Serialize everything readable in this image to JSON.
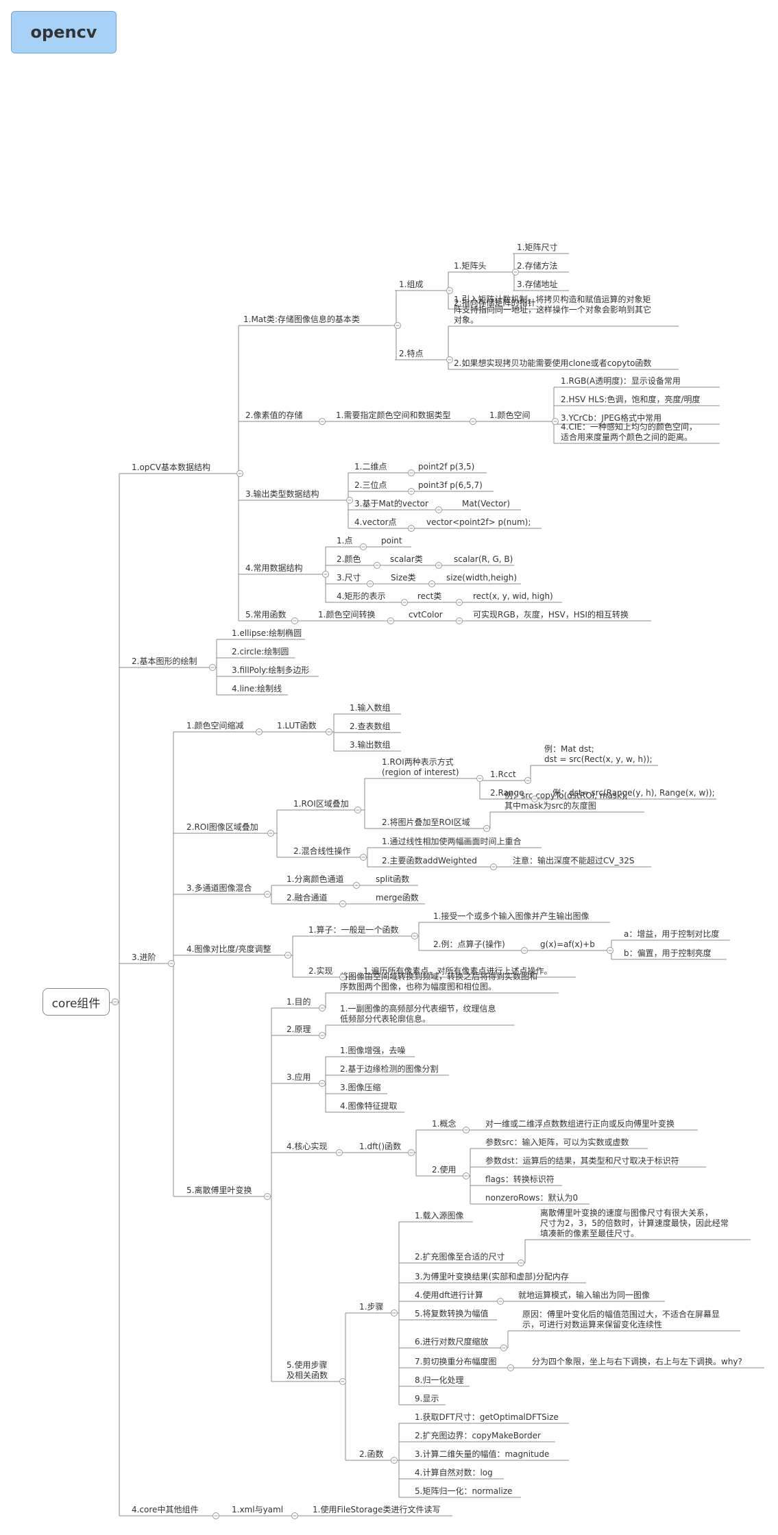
{
  "title": "opencv",
  "root": "core组件",
  "nodes": [
    {
      "id": "b1",
      "parent": "root",
      "text": "1.opCV基本数据结构"
    },
    {
      "id": "b1a",
      "parent": "b1",
      "text": "1.Mat类:存储图像信息的基本类"
    },
    {
      "id": "b1a1",
      "parent": "b1a",
      "text": "1.组成"
    },
    {
      "id": "b1a1a",
      "parent": "b1a1",
      "text": "1.矩阵头"
    },
    {
      "id": "b1a1a1",
      "parent": "b1a1a",
      "text": "1.矩阵尺寸"
    },
    {
      "id": "b1a1a2",
      "parent": "b1a1a",
      "text": "2.存储方法"
    },
    {
      "id": "b1a1a3",
      "parent": "b1a1a",
      "text": "3.存储地址"
    },
    {
      "id": "b1a1b",
      "parent": "b1a1",
      "text": "2.指向存储矩阵的指针"
    },
    {
      "id": "b1a2",
      "parent": "b1a",
      "text": "2.特点"
    },
    {
      "id": "b1a2a",
      "parent": "b1a2",
      "text": "1.引入矩阵计数机制，将拷贝构造和赋值运算的对象矩\n阵支持指向同一地址，这样操作一个对象会影响到其它\n对象。"
    },
    {
      "id": "b1a2b",
      "parent": "b1a2",
      "text": "2.如果想实现拷贝功能需要使用clone或者copyto函数"
    },
    {
      "id": "b1b",
      "parent": "b1",
      "text": "2.像素值的存储"
    },
    {
      "id": "b1b1",
      "parent": "b1b",
      "text": "1.需要指定颜色空间和数据类型"
    },
    {
      "id": "b1b1a",
      "parent": "b1b1",
      "text": "1.颜色空间"
    },
    {
      "id": "b1b1a1",
      "parent": "b1b1a",
      "text": "1.RGB(A透明度)：显示设备常用"
    },
    {
      "id": "b1b1a2",
      "parent": "b1b1a",
      "text": "2.HSV HLS:色调，饱和度，亮度/明度"
    },
    {
      "id": "b1b1a3",
      "parent": "b1b1a",
      "text": "3.YCrCb：JPEG格式中常用"
    },
    {
      "id": "b1b1a4",
      "parent": "b1b1a",
      "text": "4.CIE：一种感知上均匀的颜色空间，\n适合用来度量两个颜色之间的距离。"
    },
    {
      "id": "b1c",
      "parent": "b1",
      "text": "3.输出类型数据结构"
    },
    {
      "id": "b1c1",
      "parent": "b1c",
      "text": "1.二维点"
    },
    {
      "id": "b1c1a",
      "parent": "b1c1",
      "text": "point2f p(3,5)"
    },
    {
      "id": "b1c2",
      "parent": "b1c",
      "text": "2.三位点"
    },
    {
      "id": "b1c2a",
      "parent": "b1c2",
      "text": "point3f p(6,5,7)"
    },
    {
      "id": "b1c3",
      "parent": "b1c",
      "text": "3.基于Mat的vector"
    },
    {
      "id": "b1c3a",
      "parent": "b1c3",
      "text": "Mat(Vector)"
    },
    {
      "id": "b1c4",
      "parent": "b1c",
      "text": "4.vector点"
    },
    {
      "id": "b1c4a",
      "parent": "b1c4",
      "text": "vector<point2f> p(num);"
    },
    {
      "id": "b1d",
      "parent": "b1",
      "text": "4.常用数据结构"
    },
    {
      "id": "b1d1",
      "parent": "b1d",
      "text": "1.点"
    },
    {
      "id": "b1d1a",
      "parent": "b1d1",
      "text": "point"
    },
    {
      "id": "b1d2",
      "parent": "b1d",
      "text": "2.颜色"
    },
    {
      "id": "b1d2a",
      "parent": "b1d2",
      "text": "scalar类"
    },
    {
      "id": "b1d2b",
      "parent": "b1d2a",
      "text": "scalar(R, G, B)"
    },
    {
      "id": "b1d3",
      "parent": "b1d",
      "text": "3.尺寸"
    },
    {
      "id": "b1d3a",
      "parent": "b1d3",
      "text": "Size类"
    },
    {
      "id": "b1d3b",
      "parent": "b1d3a",
      "text": "size(width,heigh)"
    },
    {
      "id": "b1d4",
      "parent": "b1d",
      "text": "4.矩形的表示"
    },
    {
      "id": "b1d4a",
      "parent": "b1d4",
      "text": "rect类"
    },
    {
      "id": "b1d4b",
      "parent": "b1d4a",
      "text": "rect(x, y, wid, high)"
    },
    {
      "id": "b1e",
      "parent": "b1",
      "text": "5.常用函数"
    },
    {
      "id": "b1e1",
      "parent": "b1e",
      "text": "1.颜色空间转换"
    },
    {
      "id": "b1e2",
      "parent": "b1e1",
      "text": "cvtColor"
    },
    {
      "id": "b1e3",
      "parent": "b1e2",
      "text": "可实现RGB，灰度，HSV，HSI的相互转换"
    },
    {
      "id": "b2",
      "parent": "root",
      "text": "2.基本图形的绘制"
    },
    {
      "id": "b2a",
      "parent": "b2",
      "text": "1.ellipse:绘制椭圆"
    },
    {
      "id": "b2b",
      "parent": "b2",
      "text": "2.circle:绘制圆"
    },
    {
      "id": "b2c",
      "parent": "b2",
      "text": "3.fillPoly:绘制多边形"
    },
    {
      "id": "b2d",
      "parent": "b2",
      "text": "4.line:绘制线"
    },
    {
      "id": "b3",
      "parent": "root",
      "text": "3.进阶"
    },
    {
      "id": "b3a",
      "parent": "b3",
      "text": "1.颜色空间缩减"
    },
    {
      "id": "b3a1",
      "parent": "b3a",
      "text": "1.LUT函数"
    },
    {
      "id": "b3a1a",
      "parent": "b3a1",
      "text": "1.输入数组"
    },
    {
      "id": "b3a1b",
      "parent": "b3a1",
      "text": "2.查表数组"
    },
    {
      "id": "b3a1c",
      "parent": "b3a1",
      "text": "3.输出数组"
    },
    {
      "id": "b3b",
      "parent": "b3",
      "text": "2.ROI图像区域叠加"
    },
    {
      "id": "b3b1",
      "parent": "b3b",
      "text": "1.ROI区域叠加"
    },
    {
      "id": "b3b1a",
      "parent": "b3b1",
      "text": "1.ROI两种表示方式\n(region of interest)"
    },
    {
      "id": "b3b1a1",
      "parent": "b3b1a",
      "text": "1.Rcct"
    },
    {
      "id": "b3b1a1x",
      "parent": "b3b1a1",
      "text": "例：Mat dst;\ndst = src(Rect(x, y, w, h));"
    },
    {
      "id": "b3b1a2",
      "parent": "b3b1a",
      "text": "2.Range"
    },
    {
      "id": "b3b1a2x",
      "parent": "b3b1a2",
      "text": "例：dst= src(Range(y, h), Range(x, w));"
    },
    {
      "id": "b3b1b",
      "parent": "b3b1",
      "text": "2.将图片叠加至ROI区域"
    },
    {
      "id": "b3b1bx",
      "parent": "b3b1b",
      "text": "例：src.copyTo(dstROI, mask);\n其中mask为src的灰度图"
    },
    {
      "id": "b3b2",
      "parent": "b3b",
      "text": "2.混合线性操作"
    },
    {
      "id": "b3b2a",
      "parent": "b3b2",
      "text": "1.通过线性相加使两幅画面时间上重合"
    },
    {
      "id": "b3b2b",
      "parent": "b3b2",
      "text": "2.主要函数addWeighted"
    },
    {
      "id": "b3b2bx",
      "parent": "b3b2b",
      "text": "注意：输出深度不能超过CV_32S"
    },
    {
      "id": "b3c",
      "parent": "b3",
      "text": "3.多通道图像混合"
    },
    {
      "id": "b3c1",
      "parent": "b3c",
      "text": "1.分离颜色通道"
    },
    {
      "id": "b3c1a",
      "parent": "b3c1",
      "text": "split函数"
    },
    {
      "id": "b3c2",
      "parent": "b3c",
      "text": "2.融合通道"
    },
    {
      "id": "b3c2a",
      "parent": "b3c2",
      "text": "merge函数"
    },
    {
      "id": "b3d",
      "parent": "b3",
      "text": "4.图像对比度/亮度调整"
    },
    {
      "id": "b3d1",
      "parent": "b3d",
      "text": "1.算子：一般是一个函数"
    },
    {
      "id": "b3d1a",
      "parent": "b3d1",
      "text": "1.接受一个或多个输入图像并产生输出图像"
    },
    {
      "id": "b3d1b",
      "parent": "b3d1",
      "text": "2.例：点算子(操作)"
    },
    {
      "id": "b3d1bx",
      "parent": "b3d1b",
      "text": "g(x)=af(x)+b"
    },
    {
      "id": "b3d1bxa",
      "parent": "b3d1bx",
      "text": "a：增益，用于控制对比度"
    },
    {
      "id": "b3d1bxb",
      "parent": "b3d1bx",
      "text": "b：偏置，用于控制亮度"
    },
    {
      "id": "b3d2",
      "parent": "b3d",
      "text": "2.实现"
    },
    {
      "id": "b3d2a",
      "parent": "b3d2",
      "text": "1.遍历所有像素点，对所有像素点进行上述点操作。"
    },
    {
      "id": "b3e",
      "parent": "b3",
      "text": "5.离散傅里叶变换"
    },
    {
      "id": "b3e1",
      "parent": "b3e",
      "text": "1.目的"
    },
    {
      "id": "b3e1a",
      "parent": "b3e1",
      "text": "将图像由空间域转换到频域，转换之后将得到实数图和\n序数图两个图像，也称为幅度图和相位图。"
    },
    {
      "id": "b3e2",
      "parent": "b3e",
      "text": "2.原理"
    },
    {
      "id": "b3e2a",
      "parent": "b3e2",
      "text": "1.一副图像的高频部分代表细节，纹理信息\n低频部分代表轮廓信息。"
    },
    {
      "id": "b3e3",
      "parent": "b3e",
      "text": "3.应用"
    },
    {
      "id": "b3e3a",
      "parent": "b3e3",
      "text": "1.图像增强，去噪"
    },
    {
      "id": "b3e3b",
      "parent": "b3e3",
      "text": "2.基于边缘检测的图像分割"
    },
    {
      "id": "b3e3c",
      "parent": "b3e3",
      "text": "3.图像压缩"
    },
    {
      "id": "b3e3d",
      "parent": "b3e3",
      "text": "4.图像特征提取"
    },
    {
      "id": "b3e4",
      "parent": "b3e",
      "text": "4.核心实现"
    },
    {
      "id": "b3e4a",
      "parent": "b3e4",
      "text": "1.dft()函数"
    },
    {
      "id": "b3e4a1",
      "parent": "b3e4a",
      "text": "1.概念"
    },
    {
      "id": "b3e4a1x",
      "parent": "b3e4a1",
      "text": "对一维或二维浮点数数组进行正向或反向傅里叶变换"
    },
    {
      "id": "b3e4a2",
      "parent": "b3e4a",
      "text": "2.使用"
    },
    {
      "id": "b3e4a2a",
      "parent": "b3e4a2",
      "text": "参数src：输入矩阵，可以为实数或虚数"
    },
    {
      "id": "b3e4a2b",
      "parent": "b3e4a2",
      "text": "参数dst：运算后的结果，其类型和尺寸取决于标识符"
    },
    {
      "id": "b3e4a2c",
      "parent": "b3e4a2",
      "text": "flags：转换标识符"
    },
    {
      "id": "b3e4a2d",
      "parent": "b3e4a2",
      "text": "nonzeroRows：默认为0"
    },
    {
      "id": "b3e5",
      "parent": "b3e",
      "text": "5.使用步骤\n及相关函数"
    },
    {
      "id": "b3e5a",
      "parent": "b3e5",
      "text": "1.步骤"
    },
    {
      "id": "b3e5a1",
      "parent": "b3e5a",
      "text": "1.载入源图像"
    },
    {
      "id": "b3e5a2",
      "parent": "b3e5a",
      "text": "2.扩充图像至合适的尺寸"
    },
    {
      "id": "b3e5a2x",
      "parent": "b3e5a2",
      "text": "离散傅里叶变换的速度与图像尺寸有很大关系，\n尺寸为2，3，5的倍数时，计算速度最快，因此经常\n填凑新的像素至最佳尺寸。"
    },
    {
      "id": "b3e5a3",
      "parent": "b3e5a",
      "text": "3.为傅里叶变换结果(实部和虚部)分配内存"
    },
    {
      "id": "b3e5a4",
      "parent": "b3e5a",
      "text": "4.使用dft进行计算"
    },
    {
      "id": "b3e5a4x",
      "parent": "b3e5a4",
      "text": "就地运算模式，输入输出为同一图像"
    },
    {
      "id": "b3e5a5",
      "parent": "b3e5a",
      "text": "5.将复数转换为幅值"
    },
    {
      "id": "b3e5a6",
      "parent": "b3e5a",
      "text": "6.进行对数尺度缩放"
    },
    {
      "id": "b3e5a6x",
      "parent": "b3e5a6",
      "text": "原因：傅里叶变化后的幅值范围过大，不适合在屏幕显\n示，可进行对数运算来保留变化连续性"
    },
    {
      "id": "b3e5a7",
      "parent": "b3e5a",
      "text": "7.剪切换重分布幅度图"
    },
    {
      "id": "b3e5a7x",
      "parent": "b3e5a7",
      "text": "分为四个象限，坐上与右下调换，右上与左下调换。why?"
    },
    {
      "id": "b3e5a8",
      "parent": "b3e5a",
      "text": "8.归一化处理"
    },
    {
      "id": "b3e5a9",
      "parent": "b3e5a",
      "text": "9.显示"
    },
    {
      "id": "b3e5b",
      "parent": "b3e5",
      "text": "2.函数"
    },
    {
      "id": "b3e5b1",
      "parent": "b3e5b",
      "text": "1.获取DFT尺寸：getOptimalDFTSize"
    },
    {
      "id": "b3e5b2",
      "parent": "b3e5b",
      "text": "2.扩充图边界：copyMakeBorder"
    },
    {
      "id": "b3e5b3",
      "parent": "b3e5b",
      "text": "3.计算二维矢量的幅值：magnitude"
    },
    {
      "id": "b3e5b4",
      "parent": "b3e5b",
      "text": "4.计算自然对数：log"
    },
    {
      "id": "b3e5b5",
      "parent": "b3e5b",
      "text": "5.矩阵归一化：normalize"
    },
    {
      "id": "b4",
      "parent": "root",
      "text": "4.core中其他组件"
    },
    {
      "id": "b4a",
      "parent": "b4",
      "text": "1.xml与yaml"
    },
    {
      "id": "b4b",
      "parent": "b4a",
      "text": "1.使用FileStorage类进行文件读写"
    }
  ]
}
